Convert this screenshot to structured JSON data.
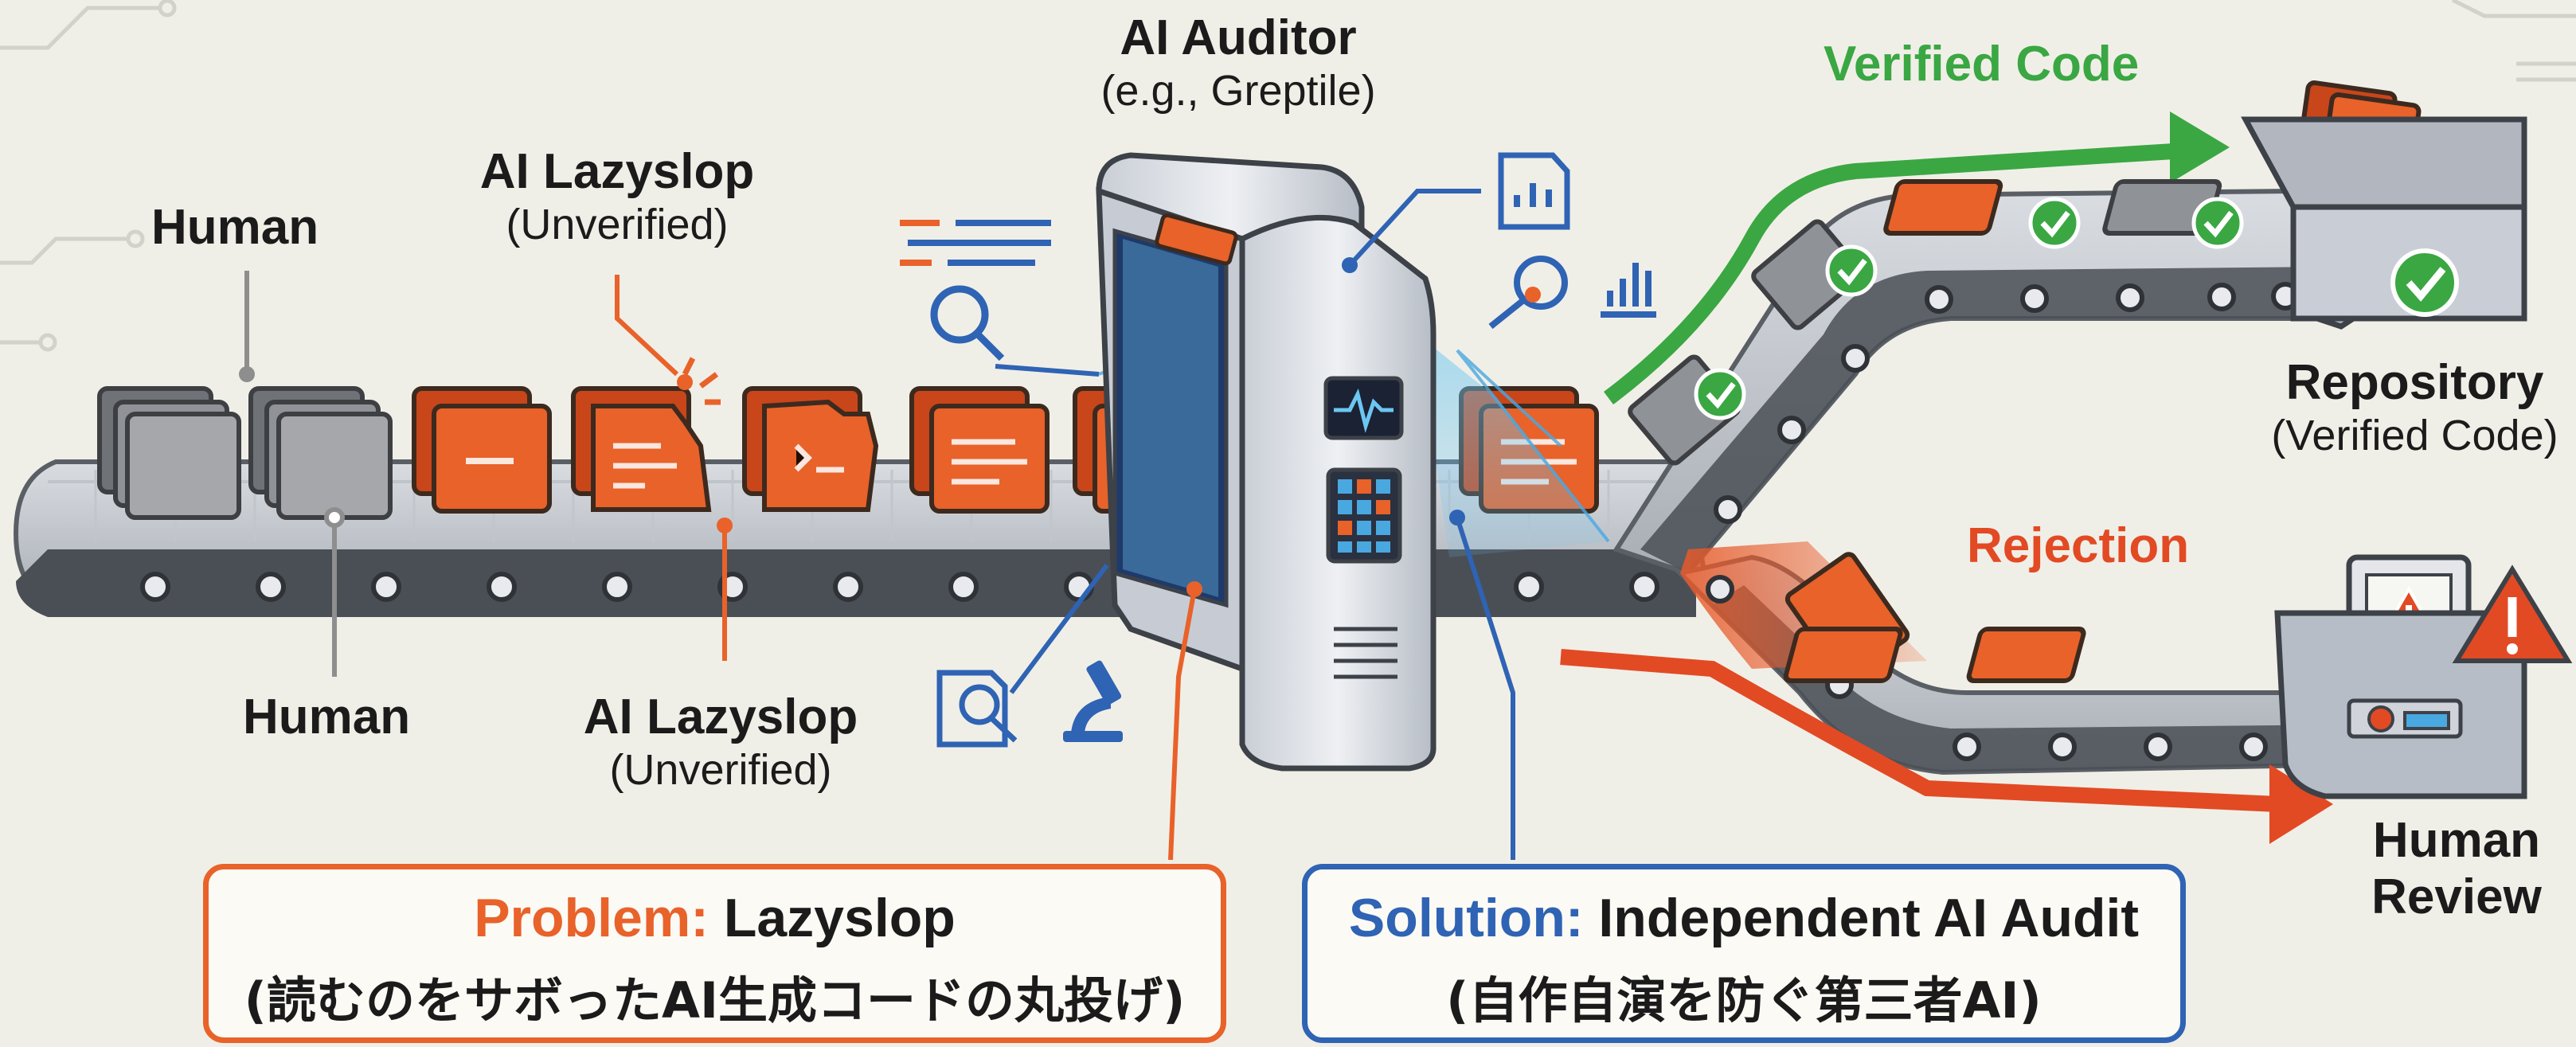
{
  "labels": {
    "human_top": "Human",
    "human_bottom": "Human",
    "lazyslop_top_title": "AI Lazyslop",
    "lazyslop_top_sub": "(Unverified)",
    "lazyslop_bottom_title": "AI Lazyslop",
    "lazyslop_bottom_sub": "(Unverified)",
    "auditor_title": "AI Auditor",
    "auditor_sub": "(e.g., Greptile)",
    "verified": "Verified Code",
    "repository_title": "Repository",
    "repository_sub": "(Verified Code)",
    "rejection": "Rejection",
    "human_review_1": "Human",
    "human_review_2": "Review"
  },
  "problem": {
    "head": "Problem:",
    "title": "Lazyslop",
    "desc": "(読むのをサボったAI生成コードの丸投げ)"
  },
  "solution": {
    "head": "Solution:",
    "title": "Independent AI Audit",
    "desc": "(自作自演を防ぐ第三者AI)"
  },
  "colors": {
    "orange": "#e8622a",
    "blue": "#2f63b4",
    "green": "#3aa743",
    "red": "#e24a24",
    "gray": "#8e8e8e"
  },
  "icons": [
    "document-list-icon",
    "magnifier-icon",
    "report-chart-icon",
    "magnifier-chart-icon",
    "bar-chart-icon",
    "document-search-icon",
    "microscope-icon",
    "pulse-icon",
    "keypad-icon",
    "checkmark-icon",
    "warning-icon",
    "circuit-icon"
  ]
}
